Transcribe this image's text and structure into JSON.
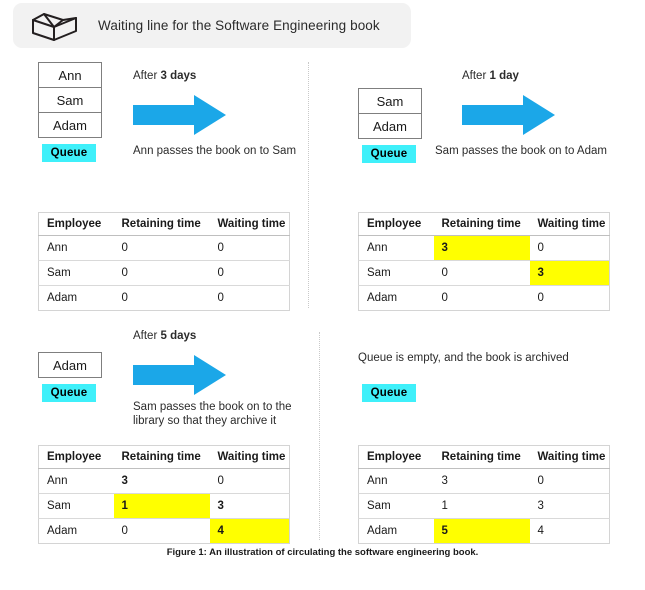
{
  "header": {
    "icon": "open-book-icon",
    "title": "Waiting line for the Software Engineering book",
    "background": "#f2f2f2"
  },
  "colors": {
    "arrow": "#1ba7e8",
    "queue_label_bg": "#3ff0fa",
    "highlight": "#ffff00",
    "table_border": "#d4d4d4"
  },
  "steps": [
    {
      "id": "step-1",
      "queue": [
        "Ann",
        "Sam",
        "Adam"
      ],
      "queue_label": "Queue",
      "after_prefix": "After ",
      "after_value": "3 days",
      "arrow_icon": "right-arrow-icon",
      "caption": "Ann passes the book on to Sam",
      "table": {
        "headers": [
          "Employee",
          "Retaining time",
          "Waiting time"
        ],
        "rows": [
          {
            "employee": "Ann",
            "retaining": "0",
            "waiting": "0",
            "retaining_highlight": false,
            "waiting_highlight": false,
            "retaining_bold": false,
            "waiting_bold": false
          },
          {
            "employee": "Sam",
            "retaining": "0",
            "waiting": "0",
            "retaining_highlight": false,
            "waiting_highlight": false,
            "retaining_bold": false,
            "waiting_bold": false
          },
          {
            "employee": "Adam",
            "retaining": "0",
            "waiting": "0",
            "retaining_highlight": false,
            "waiting_highlight": false,
            "retaining_bold": false,
            "waiting_bold": false
          }
        ]
      }
    },
    {
      "id": "step-2",
      "queue": [
        "Sam",
        "Adam"
      ],
      "queue_label": "Queue",
      "after_prefix": "After ",
      "after_value": "1 day",
      "arrow_icon": "right-arrow-icon",
      "caption": "Sam passes the book on to Adam",
      "table": {
        "headers": [
          "Employee",
          "Retaining time",
          "Waiting time"
        ],
        "rows": [
          {
            "employee": "Ann",
            "retaining": "3",
            "waiting": "0",
            "retaining_highlight": true,
            "waiting_highlight": false,
            "retaining_bold": true,
            "waiting_bold": false
          },
          {
            "employee": "Sam",
            "retaining": "0",
            "waiting": "3",
            "retaining_highlight": false,
            "waiting_highlight": true,
            "retaining_bold": false,
            "waiting_bold": true
          },
          {
            "employee": "Adam",
            "retaining": "0",
            "waiting": "0",
            "retaining_highlight": false,
            "waiting_highlight": false,
            "retaining_bold": false,
            "waiting_bold": false
          }
        ]
      }
    },
    {
      "id": "step-3",
      "queue": [
        "Adam"
      ],
      "queue_label": "Queue",
      "after_prefix": "After ",
      "after_value": "5 days",
      "arrow_icon": "right-arrow-icon",
      "caption": "Sam passes the book on to the library so that they archive it",
      "table": {
        "headers": [
          "Employee",
          "Retaining time",
          "Waiting time"
        ],
        "rows": [
          {
            "employee": "Ann",
            "retaining": "3",
            "waiting": "0",
            "retaining_highlight": false,
            "waiting_highlight": false,
            "retaining_bold": true,
            "waiting_bold": false
          },
          {
            "employee": "Sam",
            "retaining": "1",
            "waiting": "3",
            "retaining_highlight": true,
            "waiting_highlight": false,
            "retaining_bold": true,
            "waiting_bold": true
          },
          {
            "employee": "Adam",
            "retaining": "0",
            "waiting": "4",
            "retaining_highlight": false,
            "waiting_highlight": true,
            "retaining_bold": false,
            "waiting_bold": true
          }
        ]
      }
    },
    {
      "id": "step-4",
      "queue": [],
      "queue_label": "Queue",
      "empty_note": "Queue is empty, and the book is archived",
      "table": {
        "headers": [
          "Employee",
          "Retaining time",
          "Waiting time"
        ],
        "rows": [
          {
            "employee": "Ann",
            "retaining": "3",
            "waiting": "0",
            "retaining_highlight": false,
            "waiting_highlight": false,
            "retaining_bold": false,
            "waiting_bold": false
          },
          {
            "employee": "Sam",
            "retaining": "1",
            "waiting": "3",
            "retaining_highlight": false,
            "waiting_highlight": false,
            "retaining_bold": false,
            "waiting_bold": false
          },
          {
            "employee": "Adam",
            "retaining": "5",
            "waiting": "4",
            "retaining_highlight": true,
            "waiting_highlight": false,
            "retaining_bold": true,
            "waiting_bold": false
          }
        ]
      }
    }
  ],
  "figure_caption": "Figure 1: An illustration of circulating the software engineering book."
}
